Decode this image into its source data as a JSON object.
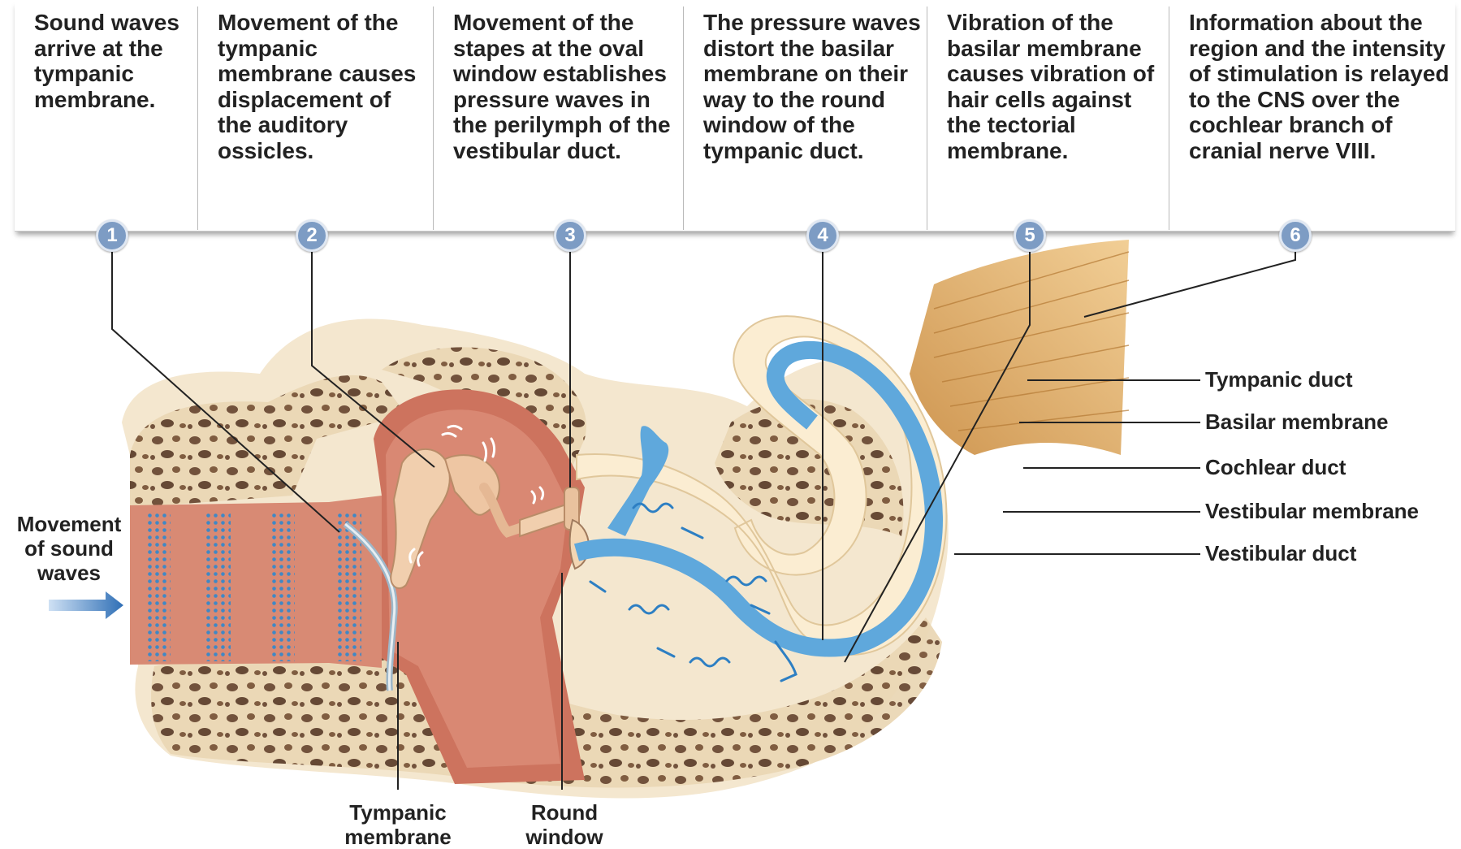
{
  "steps": [
    {
      "number": "1",
      "text": "Sound waves arrive at the tympanic membrane."
    },
    {
      "number": "2",
      "text": "Movement of the tympanic membrane causes displacement of the auditory ossicles."
    },
    {
      "number": "3",
      "text": "Movement of the stapes at the oval window establishes pressure waves in the perilymph of the vestibular duct."
    },
    {
      "number": "4",
      "text": "The pressure waves distort the basilar membrane on their way to the round window of the tympanic duct."
    },
    {
      "number": "5",
      "text": "Vibration of the basilar membrane causes vibration of hair cells against the tectorial membrane."
    },
    {
      "number": "6",
      "text": "Information about the region and the intensity of stimulation is relayed to the CNS over the cochlear branch of cranial nerve VIII."
    }
  ],
  "labels": {
    "sound_movement": "Movement of sound waves",
    "tympanic_membrane": "Tympanic membrane",
    "round_window": "Round window",
    "tympanic_duct": "Tympanic duct",
    "basilar_membrane": "Basilar membrane",
    "cochlear_duct": "Cochlear duct",
    "vestibular_membrane": "Vestibular membrane",
    "vestibular_duct": "Vestibular duct"
  },
  "colors": {
    "bone": "#ead7b5",
    "canal": "#d88a74",
    "perilymph": "#fbedd2",
    "duct_blue": "#5fa8dc",
    "badge": "#7d9cc4",
    "nerve": "#e3aa5e"
  }
}
